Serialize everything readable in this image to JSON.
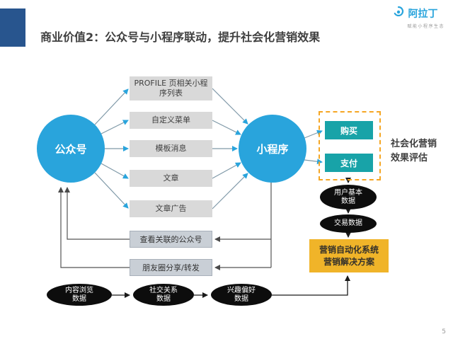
{
  "header": {
    "title": "商业价值2：公众号与小程序联动，提升社会化营销效果"
  },
  "logo": {
    "brand": "阿拉丁",
    "tagline": "赋能小程序生态"
  },
  "footer": {
    "page_number": "5"
  },
  "diagram": {
    "left_circle_label": "公众号",
    "right_circle_label": "小程序",
    "link_boxes": [
      "PROFILE 页相关小程序列表",
      "自定义菜单",
      "模板消息",
      "文章",
      "文章广告"
    ],
    "feedback_boxes": [
      "查看关联的公众号",
      "朋友圈分享/转发"
    ],
    "action_group": {
      "items": [
        "购买",
        "支付"
      ]
    },
    "evaluation": {
      "line1": "社会化营销",
      "line2": "效果评估"
    },
    "user_data_ellipse": {
      "line1": "用户基本",
      "line2": "数据"
    },
    "transaction_ellipse": "交易数据",
    "solution_box": {
      "line1": "营销自动化系统",
      "line2": "营销解决方案"
    },
    "bottom_ellipses": [
      {
        "line1": "内容浏览",
        "line2": "数据"
      },
      {
        "line1": "社交关系",
        "line2": "数据"
      },
      {
        "line1": "兴趣偏好",
        "line2": "数据"
      }
    ],
    "colors": {
      "primary_blue": "#29A4DC",
      "teal": "#18A3A8",
      "gold": "#F0B429",
      "dashed_orange": "#F5A623",
      "box_gray": "#D9D9D9",
      "feedback_gray": "#C9CFD6",
      "ellipse_black": "#0D0D0D",
      "accent_bar_blue": "#28558E"
    }
  }
}
